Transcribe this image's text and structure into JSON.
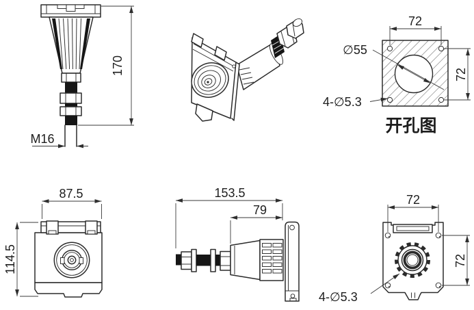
{
  "colors": {
    "line": "#2b2b2b",
    "dim_line": "#3a3a3a",
    "text": "#1d1d1d",
    "thread_fill": "#161616",
    "background": "#ffffff"
  },
  "views": {
    "side_elevation": {
      "height": "170",
      "thread": "M16"
    },
    "cutout_diagram": {
      "caption": "开孔图",
      "hole_diameter": "∅55",
      "mount_holes": "4-∅5.3",
      "width": "72",
      "height": "72"
    },
    "front_view": {
      "width": "87.5",
      "height": "114.5"
    },
    "side_profile": {
      "overall_length": "153.5",
      "insert_depth": "79"
    },
    "rear_view": {
      "width": "72",
      "height": "72",
      "mount_holes": "4-∅5.3"
    }
  }
}
